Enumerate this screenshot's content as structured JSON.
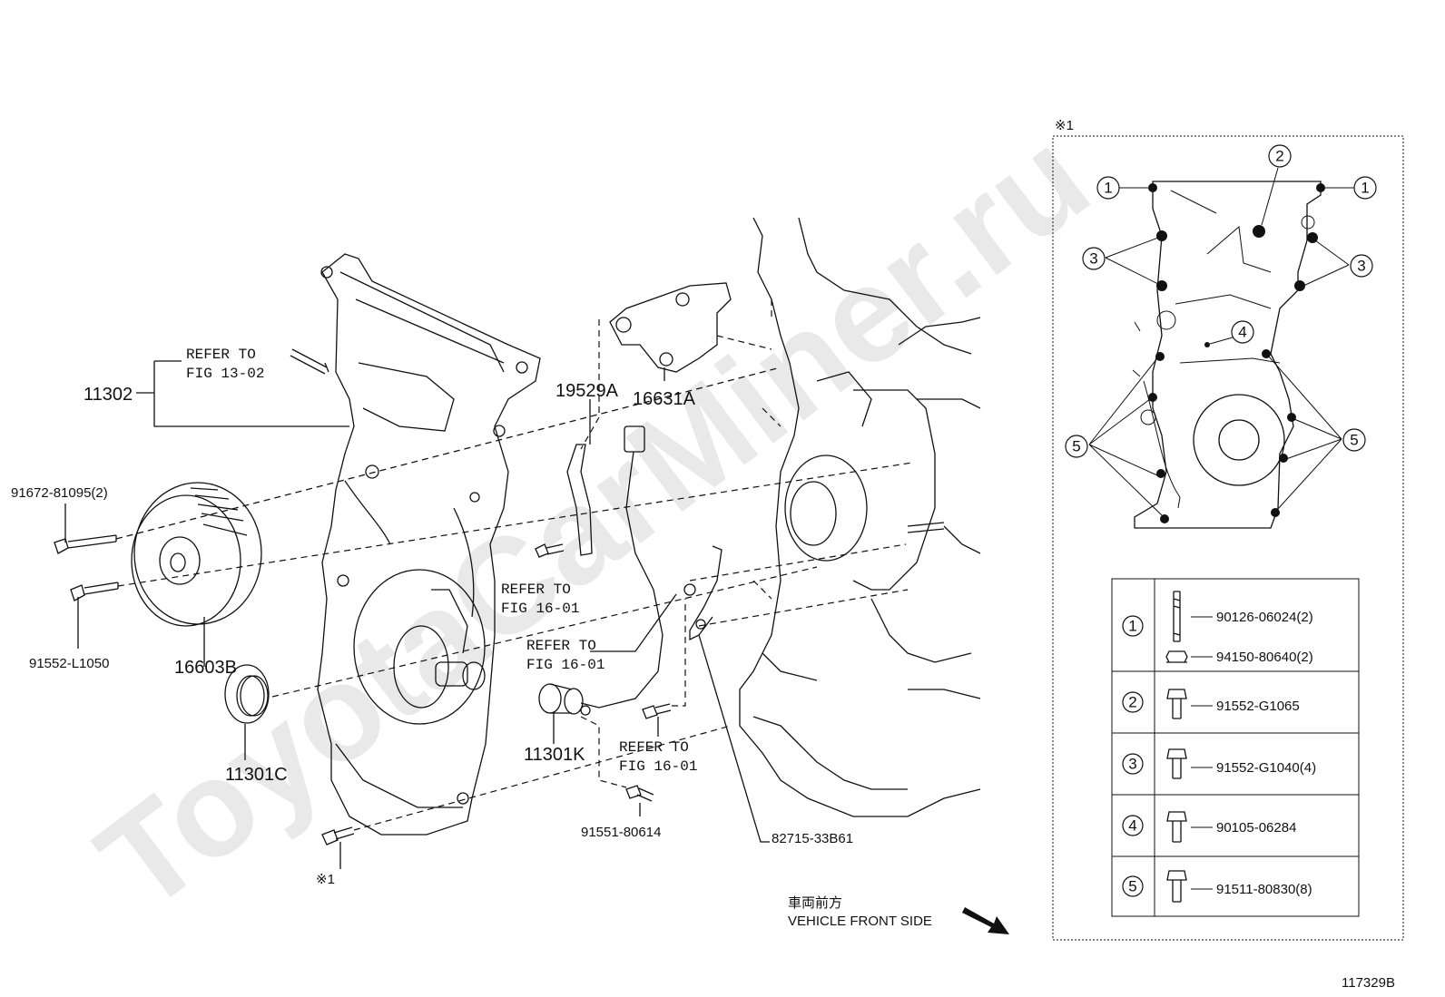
{
  "watermark": "ToyotaCarMiner.ru",
  "labels": {
    "cover": "11302",
    "refer_13_02_a": "REFER TO",
    "refer_13_02_b": "FIG 13-02",
    "bolt_top": "91672-81095(2)",
    "bolt_bottom": "91552-L1050",
    "pulley": "16603B",
    "seal": "11301C",
    "asterisk_note": "※1",
    "bracket": "19529A",
    "idler": "16631A",
    "refer_16_01_1a": "REFER TO",
    "refer_16_01_1b": "FIG 16-01",
    "refer_16_01_2a": "REFER TO",
    "refer_16_01_2b": "FIG 16-01",
    "refer_16_01_3a": "REFER TO",
    "refer_16_01_3b": "FIG 16-01",
    "sensor": "11301K",
    "sensor_bolt": "91551-80614",
    "clamp": "82715-33B61",
    "front_jp": "車両前方",
    "front_en": "VEHICLE FRONT SIDE",
    "fig_id": "117329B"
  },
  "detail": {
    "header": "※1",
    "callouts": [
      "1",
      "2",
      "3",
      "4",
      "5"
    ],
    "table": [
      {
        "num": "1",
        "parts": [
          "90126-06024(2)",
          "94150-80640(2)"
        ]
      },
      {
        "num": "2",
        "parts": [
          "91552-G1065"
        ]
      },
      {
        "num": "3",
        "parts": [
          "91552-G1040(4)"
        ]
      },
      {
        "num": "4",
        "parts": [
          "90105-06284"
        ]
      },
      {
        "num": "5",
        "parts": [
          "91511-80830(8)"
        ]
      }
    ]
  }
}
